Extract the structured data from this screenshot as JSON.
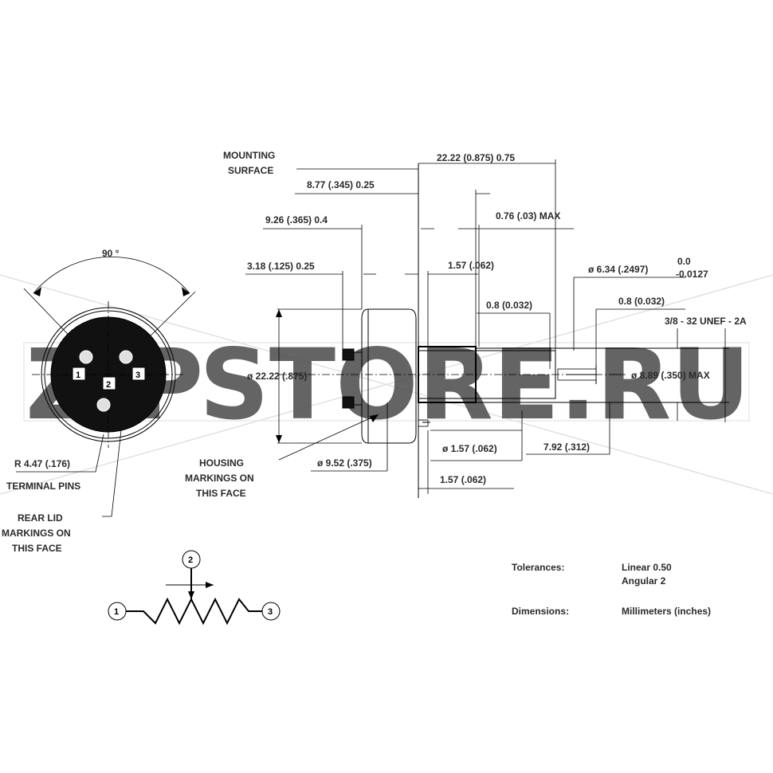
{
  "front_view": {
    "angle_label": "90 °",
    "pins": [
      "1",
      "2",
      "3"
    ],
    "radius_label": "R 4.47 (.176)",
    "terminal_pins_label": "TERMINAL PINS",
    "rear_lid_label": [
      "REAR LID",
      "MARKINGS ON",
      "THIS FACE"
    ]
  },
  "side_view": {
    "mounting_surface_label": [
      "MOUNTING",
      "SURFACE"
    ],
    "dim_overall_length": "22.22 (0.875)  0.75",
    "dim_bushing_length": "8.77 (.345)  0.25",
    "dim_body_length": "9.26 (.365)  0.4",
    "dim_pin_offset": "3.18 (.125)  0.25",
    "dim_flat": "0.76 (.03) MAX",
    "dim_slot_depth": "1.57 (.062)",
    "dim_shaft_diameter_a": "ø 6.34 (.2497)",
    "dim_shaft_tol_plus": "0.0",
    "dim_shaft_tol_minus": "-0.0127",
    "dim_slot_width_a": "0.8 (0.032)",
    "dim_slot_width_b": "0.8 (0.032)",
    "dim_thread": "3/8 - 32 UNEF - 2A",
    "dim_body_diameter": "ø 22.22 (.875)",
    "dim_bushing_diameter": "ø 8.89 (.350) MAX",
    "dim_pin_diameter": "ø 1.57 (.062)",
    "dim_thread_length": "7.92 (.312)",
    "dim_case_diameter": "ø 9.52 (.375)",
    "dim_pin_length": "1.57 (.062)",
    "housing_label": [
      "HOUSING",
      "MARKINGS ON",
      "THIS FACE"
    ]
  },
  "schematic": {
    "terminals": [
      "1",
      "2",
      "3"
    ]
  },
  "notes": {
    "tolerances_label": "Tolerances:",
    "tolerance_linear": "Linear  0.50",
    "tolerance_angular": "Angular  2",
    "dimensions_label": "Dimensions:",
    "dimensions_value": "Millimeters (inches)"
  },
  "watermark": "ZIPSTORE.RU",
  "colors": {
    "watermark_accent": "#f3a550",
    "watermark_gray": "#dcdcdc",
    "line": "#000000"
  }
}
